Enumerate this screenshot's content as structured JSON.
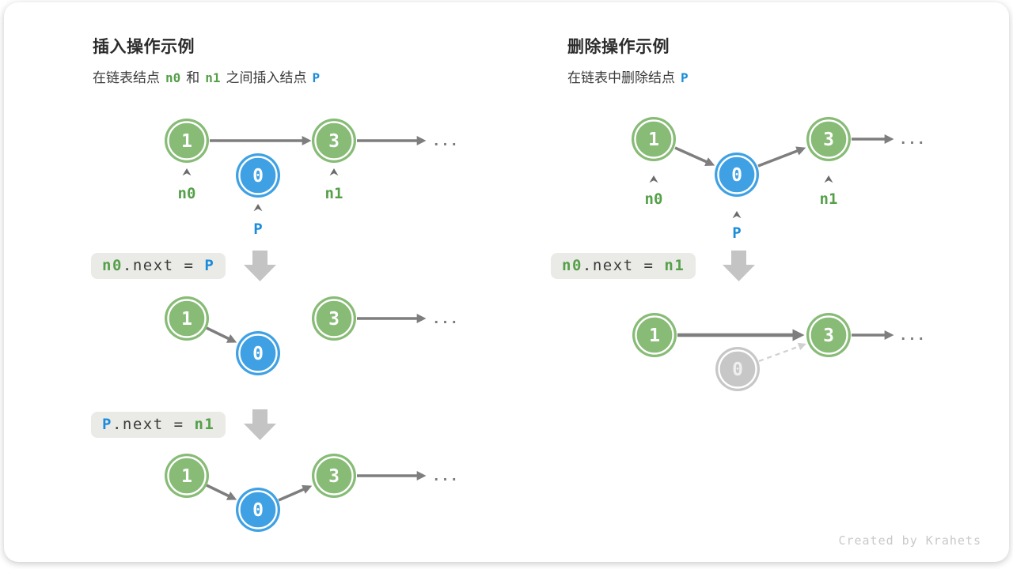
{
  "ellipsis": "...",
  "footer": {
    "credit": "Created by Krahets"
  },
  "colors": {
    "green_node": "#87bb76",
    "blue_node": "#3fa1e3",
    "gray_node": "#c7c7c7",
    "green_text": "#55a049",
    "blue_text": "#1b8cdb",
    "arrow": "#7e7e7e",
    "code_box_bg": "#eaeae7"
  },
  "insert_panel": {
    "title": "插入操作示例",
    "subtitle": {
      "part1": "在链表结点",
      "n0": "n0",
      "part2": "和",
      "n1": "n1",
      "part3": "之间插入结点",
      "p": "P"
    },
    "fig_initial": {
      "node_a": "1",
      "node_new": "0",
      "node_b": "3",
      "label_n0": "n0",
      "label_p": "P",
      "label_n1": "n1"
    },
    "code_step1": {
      "lhs": "n0",
      "mid": ".next = ",
      "rhs": "P"
    },
    "fig_step1": {
      "node_a": "1",
      "node_new": "0",
      "node_b": "3"
    },
    "code_step2": {
      "lhs": "P",
      "mid": ".next = ",
      "rhs": "n1"
    },
    "fig_step2": {
      "node_a": "1",
      "node_new": "0",
      "node_b": "3"
    }
  },
  "delete_panel": {
    "title": "删除操作示例",
    "subtitle": {
      "part1": "在链表中删除结点",
      "p": "P"
    },
    "fig_initial": {
      "node_a": "1",
      "node_p": "0",
      "node_b": "3",
      "label_n0": "n0",
      "label_p": "P",
      "label_n1": "n1"
    },
    "code_step1": {
      "lhs": "n0",
      "mid": ".next = ",
      "rhs": "n1"
    },
    "fig_step1": {
      "node_a": "1",
      "node_removed": "0",
      "node_b": "3"
    }
  }
}
